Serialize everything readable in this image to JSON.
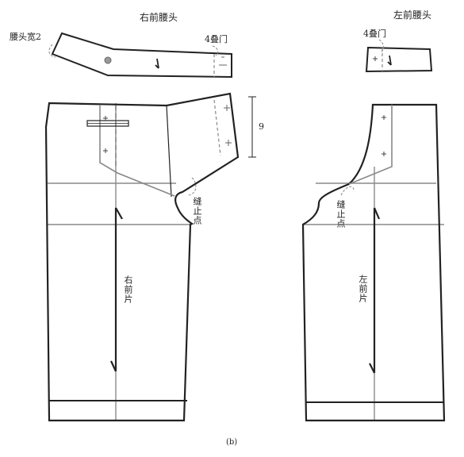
{
  "labels": {
    "right_waistband_title": "右前腰头",
    "left_waistband_title": "左前腰头",
    "waistband_width": "腰头宽2",
    "overlap_right": "4叠门",
    "overlap_left": "4叠门",
    "fly_depth": "9",
    "stop_point_right": "缝止点",
    "stop_point_left": "缝止点",
    "right_front_piece": "右前片",
    "left_front_piece": "左前片",
    "caption": "(b)"
  },
  "colors": {
    "outline": "#222222",
    "guide": "#8a8a8a",
    "dashed": "#8a8a8a"
  }
}
